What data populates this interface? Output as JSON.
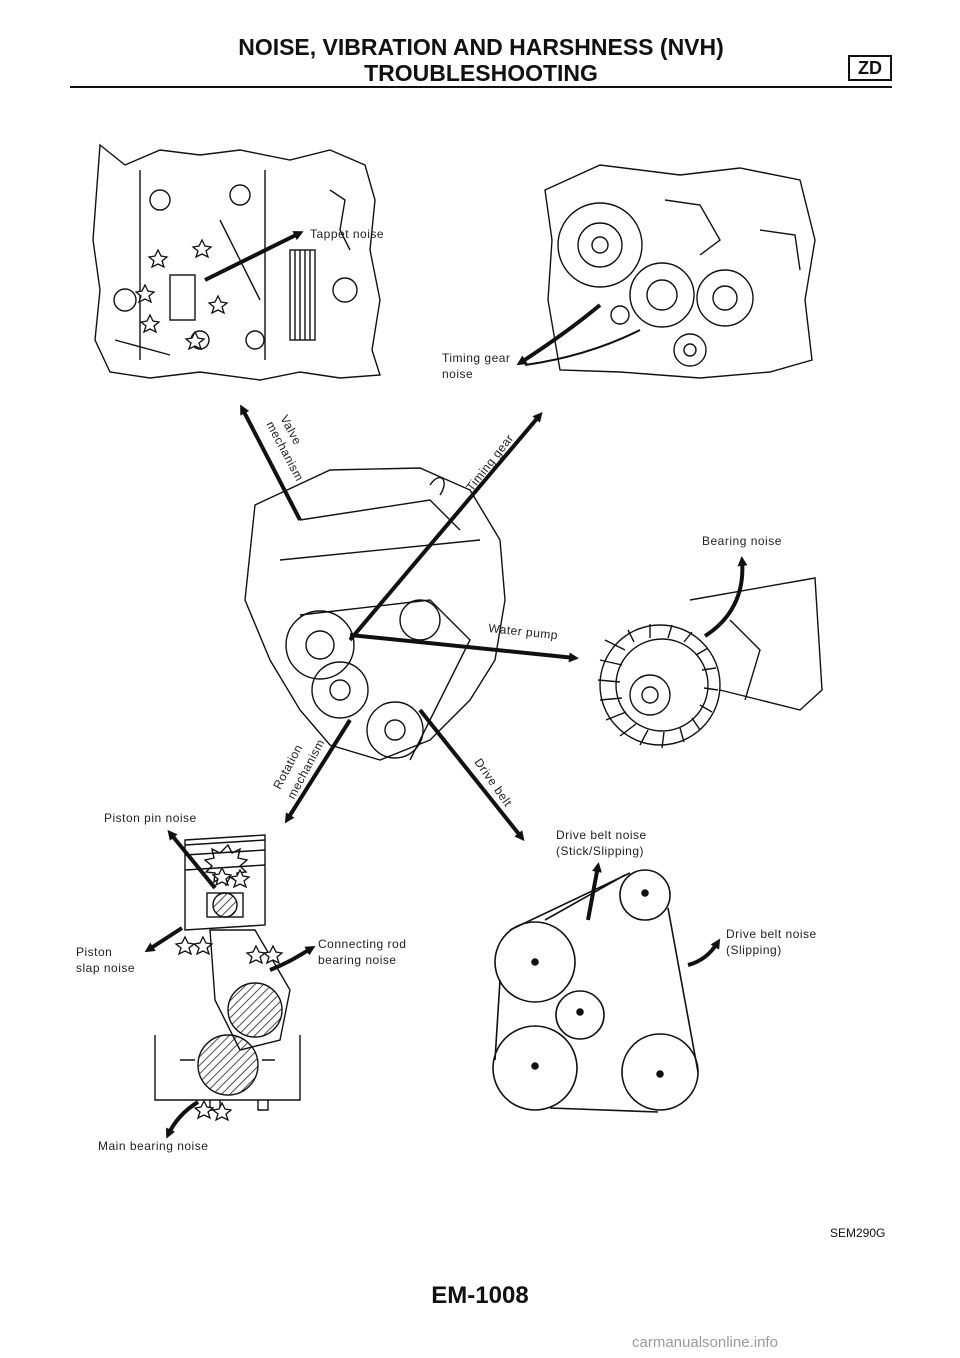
{
  "header": {
    "title_line1": "NOISE, VIBRATION AND HARSHNESS (NVH)",
    "title_line2": "TROUBLESHOOTING",
    "badge": "ZD"
  },
  "labels": {
    "tappet_noise": "Tappet noise",
    "timing_gear_noise_1": "Timing gear",
    "timing_gear_noise_2": "noise",
    "valve_1": "Valve",
    "valve_2": "mechanism",
    "timing_gear": "Timing gear",
    "bearing_noise": "Bearing noise",
    "water_pump": "Water pump",
    "rotation_1": "Rotation",
    "rotation_2": "mechanism",
    "drive_belt": "Drive belt",
    "piston_pin_noise": "Piston pin noise",
    "piston_slap_1": "Piston",
    "piston_slap_2": "slap noise",
    "conrod_1": "Connecting rod",
    "conrod_2": "bearing noise",
    "main_bearing_noise": "Main bearing noise",
    "belt_stick_1": "Drive belt noise",
    "belt_stick_2": "(Stick/Slipping)",
    "belt_slip_1": "Drive belt noise",
    "belt_slip_2": "(Slipping)"
  },
  "figure_code": "SEM290G",
  "page_number": "EM-1008",
  "watermark": "carmanualsonline.info"
}
